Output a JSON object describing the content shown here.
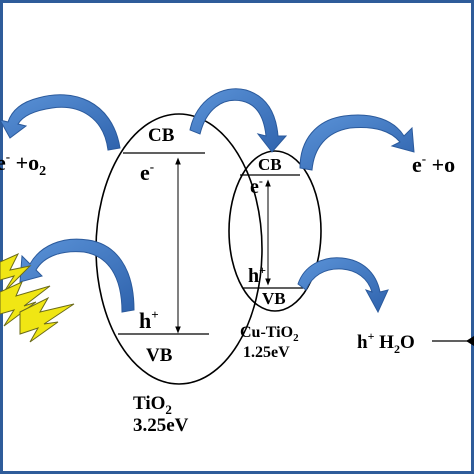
{
  "diagram": {
    "left_text": "e",
    "left_text_sup": "-",
    "left_text_tail": " +o",
    "left_text_sub": "2",
    "right_text": "e",
    "right_text_sup": "-",
    "right_text_tail": " +o",
    "tio2": {
      "cb": "CB",
      "vb": "VB",
      "electron": "e",
      "electron_sup": "-",
      "hole": "h",
      "hole_sup": "+",
      "name_main": "TiO",
      "name_sub": "2",
      "gap": "3.25eV"
    },
    "cu_tio2": {
      "cb": "CB",
      "vb": "VB",
      "electron": "e",
      "electron_sup": "-",
      "hole": "h",
      "hole_sup": "+",
      "name_main": "Cu-TiO",
      "name_sub": "2",
      "gap": "1.25eV"
    },
    "water": {
      "hole": "h",
      "hole_sup": "+",
      "h2o_a": " H",
      "h2o_sub": "2",
      "h2o_b": "O"
    },
    "colors": {
      "frame": "#2e5c9a",
      "arrow_blue": "#3c78c8",
      "arrow_dark": "#2b5a9c",
      "bolt_yellow": "#f0e614",
      "text": "#000000"
    },
    "icons": [
      "lightning-icon"
    ]
  }
}
